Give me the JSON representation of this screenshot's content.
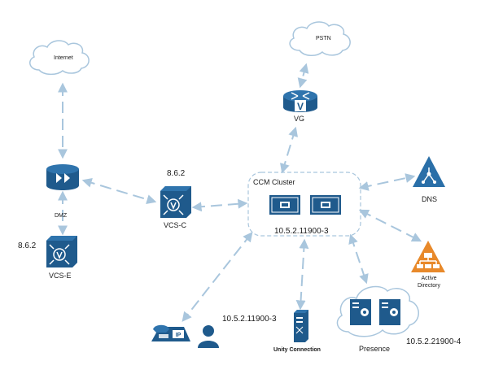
{
  "clouds": {
    "internet": "Internet",
    "pstn": "PSTN"
  },
  "devices": {
    "vg": "VG",
    "vcs_c": "VCS-C",
    "vcs_e": "VCS-E",
    "dns": "DNS",
    "active_directory_line1": "Active",
    "active_directory_line2": "Directory",
    "unity_connection": "Unity Connection",
    "presence": "Presence",
    "ccm_cluster": "CCM Cluster",
    "dmz": "DMZ"
  },
  "versions": {
    "vcs_c": "8.6.2",
    "vcs_e": "8.6.2",
    "ccm": "10.5.2.11900-3",
    "unity": "10.5.2.11900-3",
    "presence": "10.5.2.21900-4"
  },
  "colors": {
    "device_blue": "#1f5a8c",
    "link_blue": "#a9c6dd",
    "dns_blue": "#2a6fa8",
    "ad_orange": "#e8892a"
  }
}
